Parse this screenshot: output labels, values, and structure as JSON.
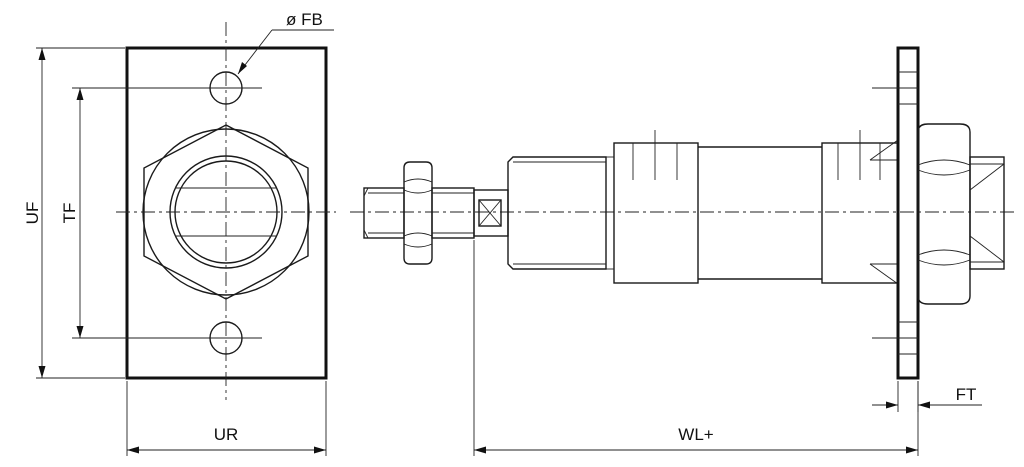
{
  "labels": {
    "hole_diameter": "ø FB",
    "outer_height": "UF",
    "hole_spacing": "TF",
    "flange_width": "UR",
    "length": "WL+",
    "flange_thickness": "FT"
  },
  "colors": {
    "line": "#111111",
    "background": "#ffffff"
  }
}
